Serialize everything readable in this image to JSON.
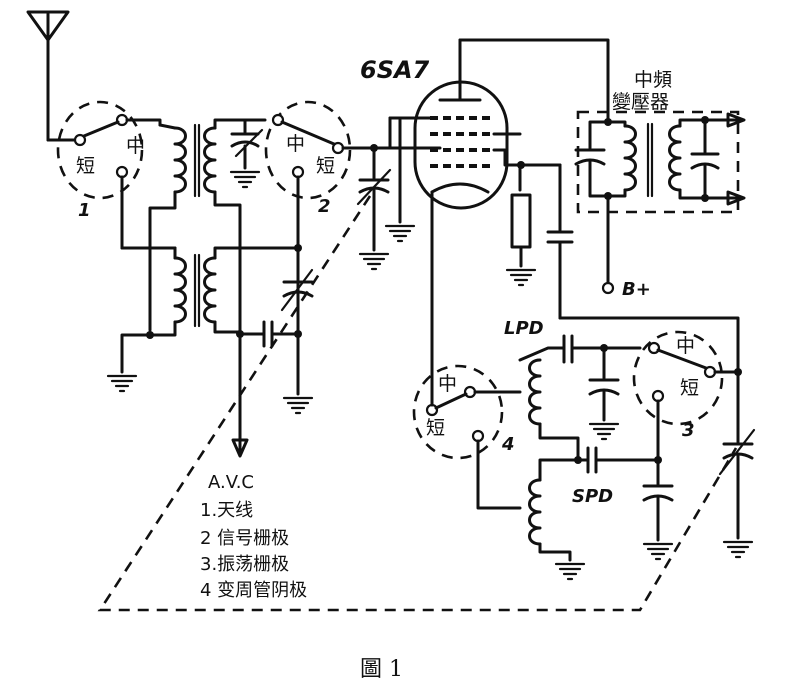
{
  "tube_label": "6SA7",
  "if_transformer_label": [
    "中頻",
    "變壓器"
  ],
  "band_labels": {
    "medium": "中",
    "short": "短"
  },
  "switch_numbers": [
    "1",
    "2",
    "3",
    "4"
  ],
  "inductor_labels": {
    "lpd": "LPD",
    "spd": "SPD"
  },
  "supply_label": "B+",
  "legend": {
    "title": "A.V.C",
    "items": [
      "1.天线",
      "2 信号栅极",
      "3.振荡栅极",
      "4 变周管阴极"
    ]
  },
  "figure_caption": "圖 1"
}
